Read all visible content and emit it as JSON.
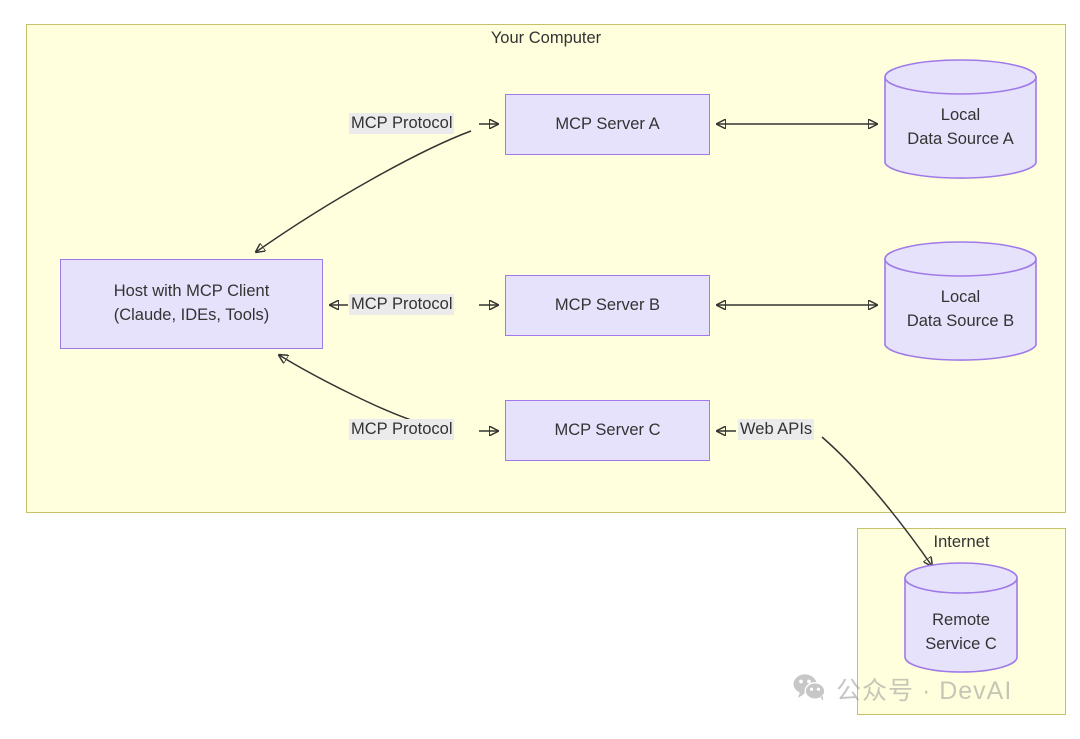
{
  "diagram": {
    "containers": {
      "computer": {
        "title": "Your Computer"
      },
      "internet": {
        "title": "Internet"
      }
    },
    "nodes": {
      "host": {
        "line1": "Host with MCP Client",
        "line2": "(Claude, IDEs, Tools)"
      },
      "server_a": {
        "label": "MCP Server A"
      },
      "server_b": {
        "label": "MCP Server B"
      },
      "server_c": {
        "label": "MCP Server C"
      },
      "datasource_a": {
        "line1": "Local",
        "line2": "Data Source A"
      },
      "datasource_b": {
        "line1": "Local",
        "line2": "Data Source B"
      },
      "remote_c": {
        "line1": "Remote",
        "line2": "Service C"
      }
    },
    "edge_labels": {
      "mcp_protocol_a": "MCP Protocol",
      "mcp_protocol_b": "MCP Protocol",
      "mcp_protocol_c": "MCP Protocol",
      "web_apis": "Web APIs"
    },
    "watermark": {
      "icon": "wechat-icon",
      "text": "公众号 · DevAI"
    },
    "colors": {
      "container_fill": "#ffffdd",
      "container_border": "#c7c26a",
      "node_fill": "#e7e2fb",
      "node_border": "#9f7ae8",
      "edge_stroke": "#333333",
      "label_bg": "#ebebeb",
      "text": "#333333"
    }
  }
}
